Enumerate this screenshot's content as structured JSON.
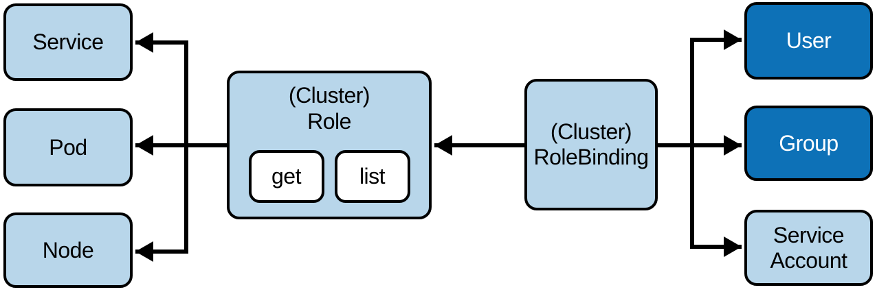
{
  "diagram": {
    "colors": {
      "box_light_fill": "#b8d6ea",
      "box_dark_fill": "#0d71b7",
      "outline": "#000000",
      "verb_fill": "#ffffff",
      "arrow": "#000000"
    },
    "resources": [
      {
        "label": "Service"
      },
      {
        "label": "Pod"
      },
      {
        "label": "Node"
      }
    ],
    "role": {
      "title_line1": "(Cluster)",
      "title_line2": "Role",
      "verbs": [
        {
          "label": "get"
        },
        {
          "label": "list"
        }
      ]
    },
    "role_binding": {
      "title_line1": "(Cluster)",
      "title_line2": "RoleBinding"
    },
    "subjects": [
      {
        "label": "User",
        "variant": "dark"
      },
      {
        "label": "Group",
        "variant": "dark"
      },
      {
        "label": "Service Account",
        "variant": "light"
      }
    ]
  }
}
